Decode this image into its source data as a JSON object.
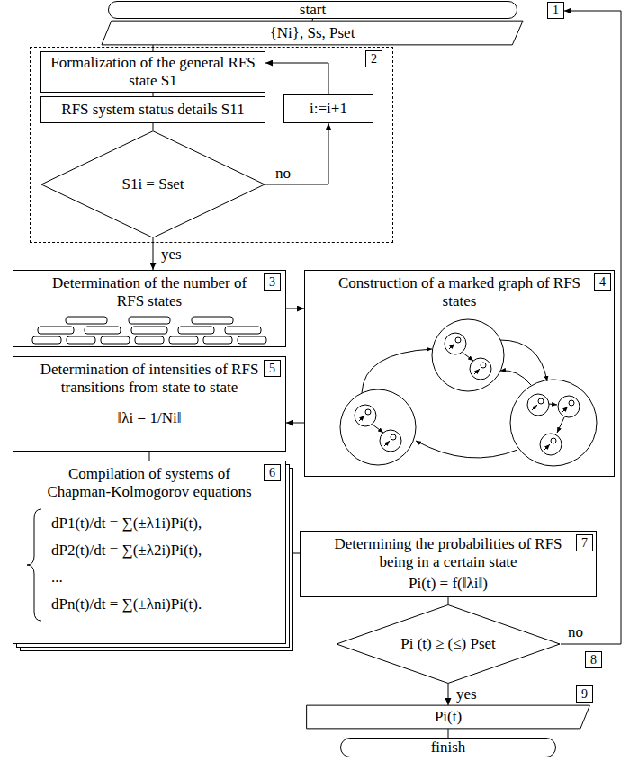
{
  "diagram": {
    "nodes": [
      {
        "text": [
          "start"
        ]
      },
      {
        "text": [
          "{Ni}, Ss, Pset",
          "1"
        ]
      },
      {
        "text": [
          "2"
        ]
      },
      {
        "text": [
          "Formalization of the general RFS state S1"
        ],
        "in": 2
      },
      {
        "text": [
          "RFS system status details S11"
        ],
        "in": 2
      },
      {
        "text": [
          "i:=i+1"
        ],
        "in": 2
      },
      {
        "text": [
          "S1i = Sset"
        ],
        "in": 2
      },
      {
        "text": [
          "Determination of the number of RFS states",
          "3"
        ]
      },
      {
        "text": [
          "Construction of a marked graph of RFS states",
          "4"
        ]
      },
      {
        "text": [
          "Determination of intensities of RFS transitions from state to state",
          "‖λi = 1/Ni‖",
          "5"
        ]
      },
      {
        "text": [
          "Compilation of systems of Chapman-Kolmogorov equations",
          "dP1(t)/dt = ∑(±λ1i)Pi(t),",
          "dP2(t)/dt = ∑(±λ2i)Pi(t),",
          "...",
          "dPn(t)/dt = ∑(±λni)Pi(t).",
          "6"
        ]
      },
      {
        "text": [
          "Determining the probabilities of RFS being in a certain state",
          "Pi(t) = f(‖λi‖)",
          "7"
        ]
      },
      {
        "text": [
          "Pi (t) ≥ (≤) Pset",
          "8"
        ]
      },
      {
        "text": [
          "Pi(t)",
          "9"
        ]
      },
      {
        "text": [
          "finish"
        ]
      }
    ],
    "edges": [
      {
        "from": 0,
        "to": 1,
        "arrow": "none"
      },
      {
        "from": 1,
        "to": 3,
        "arrow": "none"
      },
      {
        "from": 3,
        "to": 4,
        "arrow": "none"
      },
      {
        "from": 4,
        "to": 6,
        "arrow": "none"
      },
      {
        "from": 6,
        "to": 5,
        "label": "no",
        "arrow": "to"
      },
      {
        "from": 5,
        "to": 3,
        "arrow": "to"
      },
      {
        "from": 6,
        "to": 7,
        "label": "yes",
        "arrow": "to"
      },
      {
        "from": 7,
        "to": 8,
        "arrow": "to"
      },
      {
        "from": 8,
        "to": 9,
        "arrow": "to"
      },
      {
        "from": 9,
        "to": 10,
        "arrow": "none"
      },
      {
        "from": 10,
        "to": 11,
        "arrow": "none"
      },
      {
        "from": 11,
        "to": 12,
        "arrow": "none"
      },
      {
        "from": 12,
        "to": 1,
        "label": "no",
        "arrow": "to"
      },
      {
        "from": 12,
        "to": 13,
        "label": "yes",
        "arrow": "to"
      },
      {
        "from": 13,
        "to": 14,
        "arrow": "none"
      }
    ]
  }
}
